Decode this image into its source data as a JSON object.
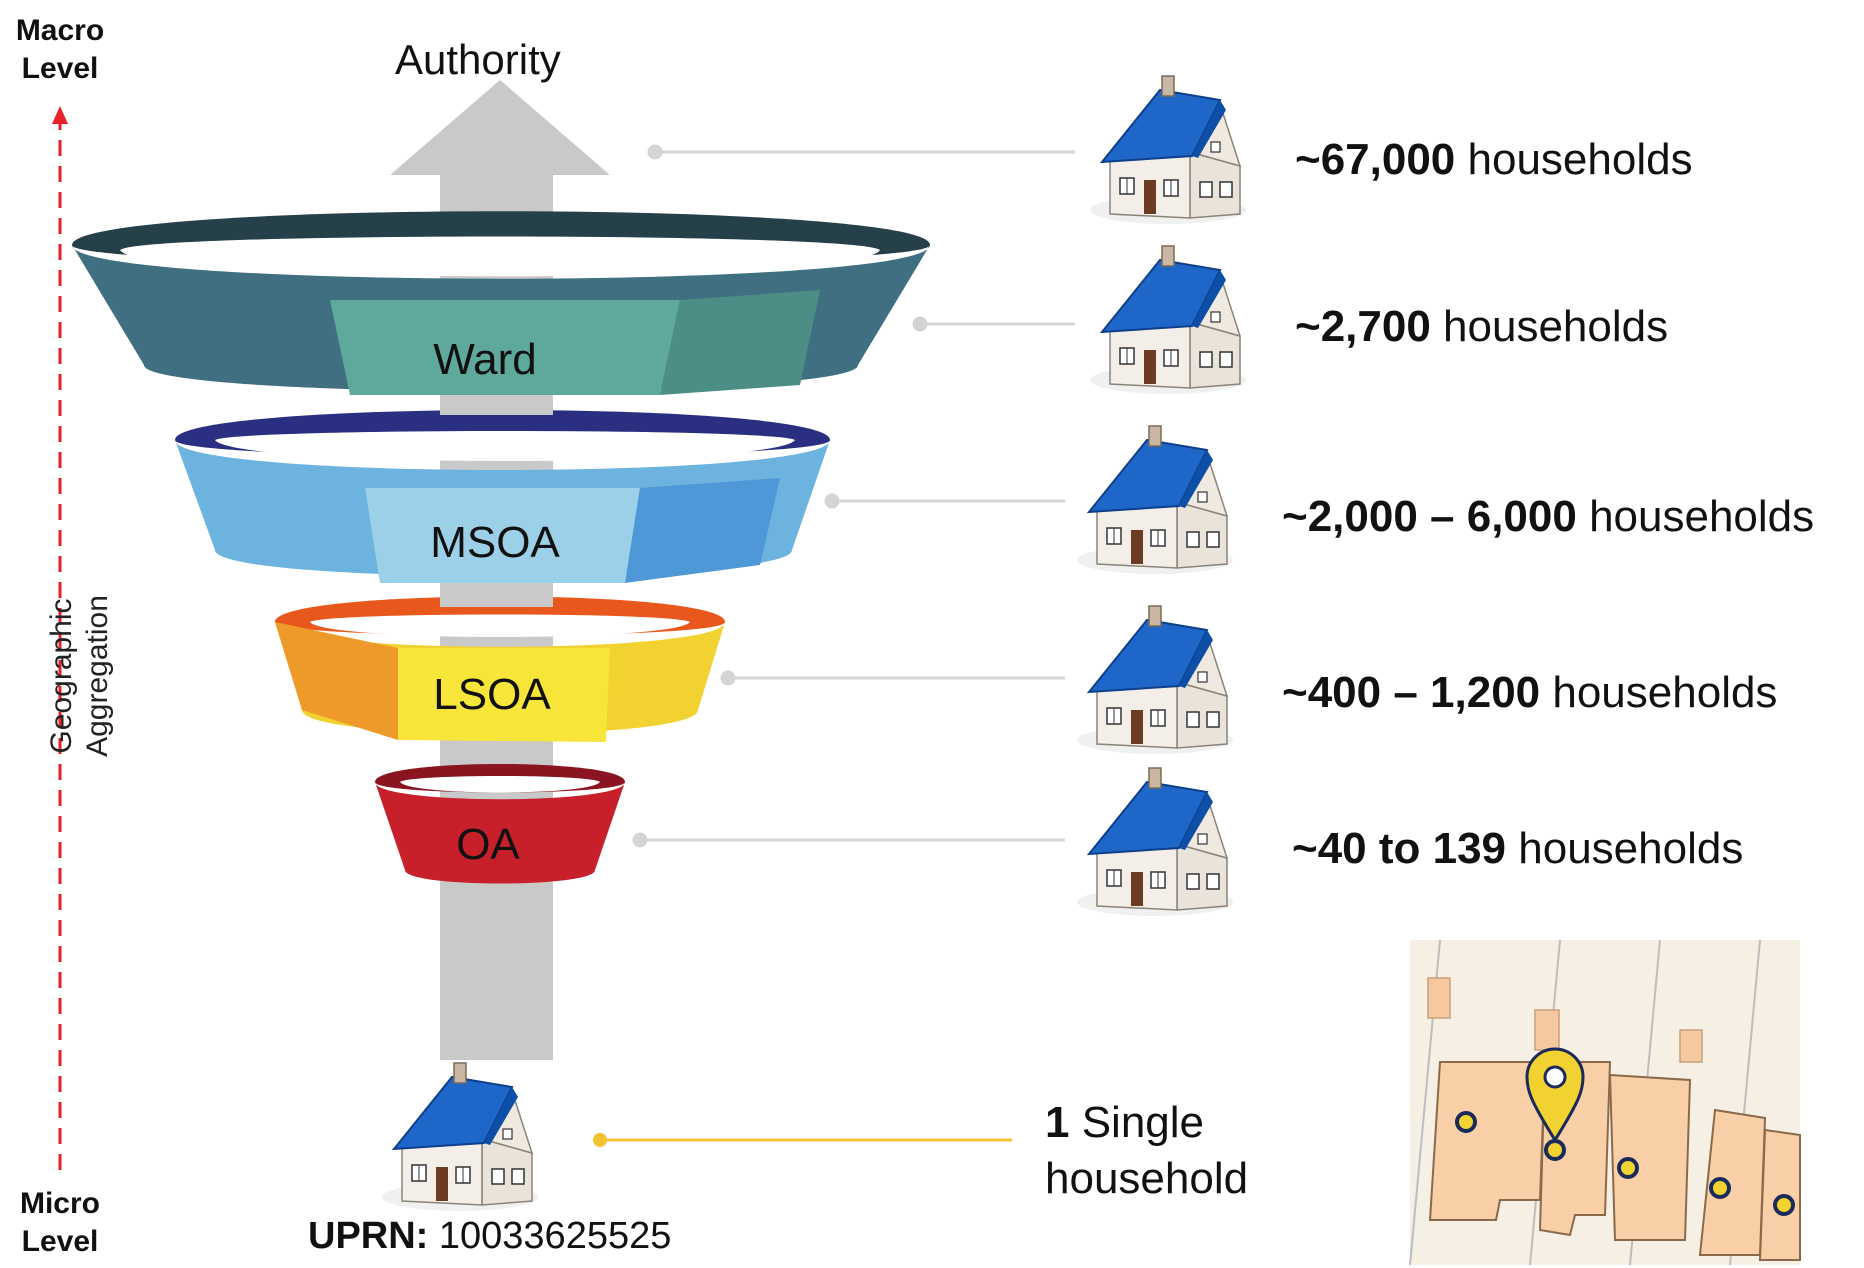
{
  "axis": {
    "top_line1": "Macro",
    "top_line2": "Level",
    "bottom_line1": "Micro",
    "bottom_line2": "Level",
    "vertical_line1": "Geographic",
    "vertical_line2": "Aggregation",
    "arrow_color": "#e8202a"
  },
  "funnel": {
    "arrow_label": "Authority",
    "bands": [
      {
        "label": "Ward",
        "color": "#2b4a52"
      },
      {
        "label": "MSOA",
        "color": "#5ba9d6"
      },
      {
        "label": "LSOA",
        "color": "#f2c230"
      },
      {
        "label": "OA",
        "color": "#c8202a"
      }
    ]
  },
  "levels": [
    {
      "bold": "~67,000",
      "rest": " households"
    },
    {
      "bold": "~2,700",
      "rest": " households"
    },
    {
      "bold": "~2,000 – 6,000",
      "rest": " households"
    },
    {
      "bold": "~400 – 1,200",
      "rest": " households"
    },
    {
      "bold": "~40 to 139",
      "rest": " households"
    }
  ],
  "single": {
    "bold": "1",
    "line1_rest": " Single",
    "line2": "household"
  },
  "uprn": {
    "label": "UPRN:",
    "value": " 10033625525"
  },
  "icons": {
    "house": "house-icon",
    "map": "map-pin-icon"
  }
}
